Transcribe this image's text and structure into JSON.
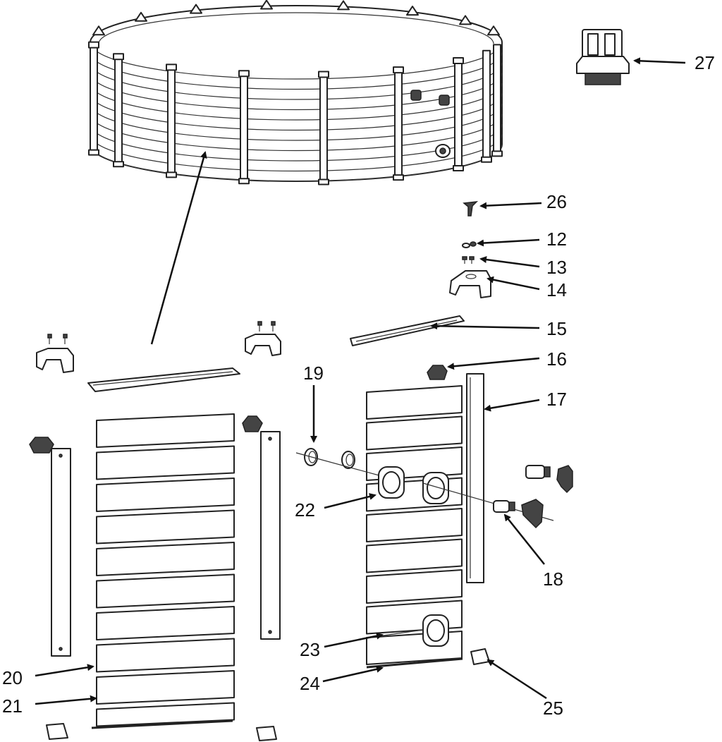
{
  "diagram": {
    "type": "exploded parts diagram",
    "callouts": [
      {
        "id": "27",
        "label": "27"
      },
      {
        "id": "26",
        "label": "26"
      },
      {
        "id": "12",
        "label": "12"
      },
      {
        "id": "13",
        "label": "13"
      },
      {
        "id": "14",
        "label": "14"
      },
      {
        "id": "15",
        "label": "15"
      },
      {
        "id": "16",
        "label": "16"
      },
      {
        "id": "17",
        "label": "17"
      },
      {
        "id": "19",
        "label": "19"
      },
      {
        "id": "22",
        "label": "22"
      },
      {
        "id": "18",
        "label": "18"
      },
      {
        "id": "23",
        "label": "23"
      },
      {
        "id": "24",
        "label": "24"
      },
      {
        "id": "25",
        "label": "25"
      },
      {
        "id": "20",
        "label": "20"
      },
      {
        "id": "21",
        "label": "21"
      }
    ]
  },
  "colors": {
    "line": "#222222",
    "background": "#ffffff"
  }
}
